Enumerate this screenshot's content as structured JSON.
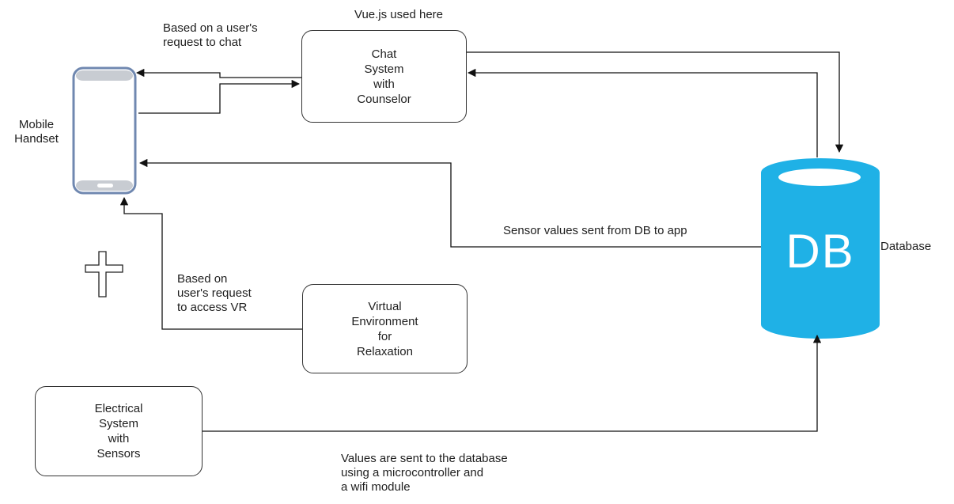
{
  "nodes": {
    "chat_system": "Chat\nSystem\nwith\nCounselor",
    "virtual_environment": "Virtual\nEnvironment\nfor\nRelaxation",
    "electrical_system": "Electrical\nSystem\nwith\nSensors",
    "mobile_handset": "Mobile\nHandset",
    "database": "Database",
    "db_icon_text": "DB"
  },
  "annotations": {
    "vue_note": "Vue.js used here",
    "chat_request": "Based on a user's\nrequest to chat",
    "sensor_values": "Sensor values sent from DB to app",
    "vr_request": "Based on\nuser's request\nto access VR",
    "wifi_note": "Values are sent to the database\nusing a microcontroller and\na wifi module"
  },
  "icons": {
    "phone": "mobile-phone-icon",
    "database": "database-cylinder-icon",
    "plus": "plus-outline-icon"
  },
  "colors": {
    "database_fill": "#1FB1E6",
    "database_top": "#ffffff",
    "phone_frame": "#7088B0",
    "line": "#111111"
  }
}
